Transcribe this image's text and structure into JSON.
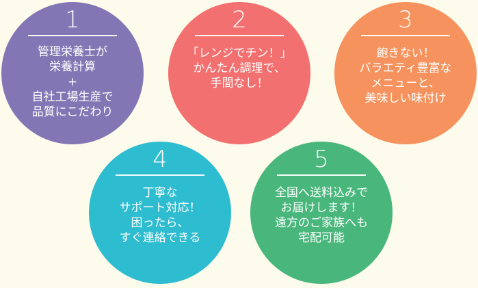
{
  "features": [
    {
      "number": "1",
      "color": "#8277b4",
      "lines": [
        "管理栄養士が",
        "栄養計算",
        "+",
        "自社工場生産で",
        "品質にこだわり"
      ]
    },
    {
      "number": "2",
      "color": "#f2706f",
      "lines": [
        "「レンジでチン！」",
        "かんたん調理で、",
        "手間なし！"
      ]
    },
    {
      "number": "3",
      "color": "#f5925d",
      "lines": [
        "飽きない！",
        "バラエティ豊富な",
        "メニューと、",
        "美味しい味付け"
      ]
    },
    {
      "number": "4",
      "color": "#2ebcd0",
      "lines": [
        "丁寧な",
        "サポート対応！",
        "困ったら、",
        "すぐ連絡できる"
      ]
    },
    {
      "number": "5",
      "color": "#49b77c",
      "lines": [
        "全国へ送料込みで",
        "お届けします！",
        "遠方のご家族へも",
        "宅配可能"
      ]
    }
  ]
}
